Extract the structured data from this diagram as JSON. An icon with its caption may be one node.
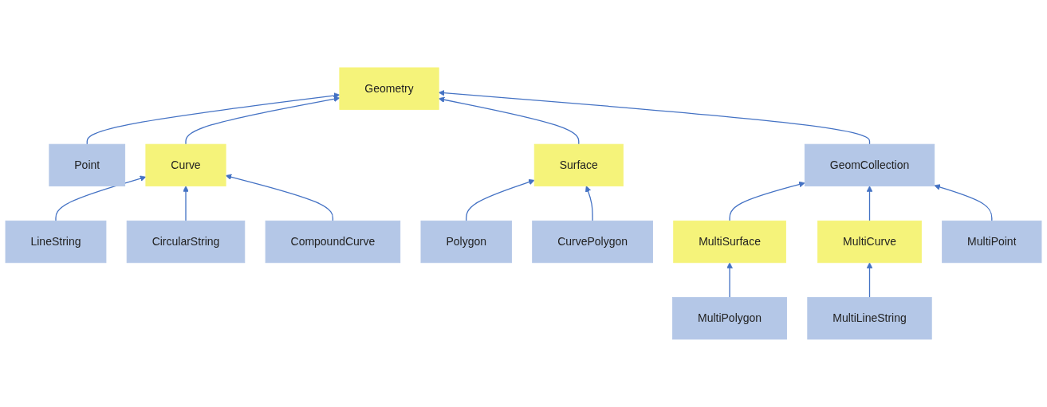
{
  "diagram": {
    "nodes": [
      {
        "text": [
          "Geometry"
        ]
      },
      {
        "text": [
          "Point"
        ]
      },
      {
        "text": [
          "Curve"
        ]
      },
      {
        "text": [
          "Surface"
        ]
      },
      {
        "text": [
          "GeomCollection"
        ]
      },
      {
        "text": [
          "LineString"
        ]
      },
      {
        "text": [
          "CircularString"
        ]
      },
      {
        "text": [
          "CompoundCurve"
        ]
      },
      {
        "text": [
          "Polygon"
        ]
      },
      {
        "text": [
          "CurvePolygon"
        ]
      },
      {
        "text": [
          "MultiSurface"
        ]
      },
      {
        "text": [
          "MultiCurve"
        ]
      },
      {
        "text": [
          "MultiPolygon"
        ]
      },
      {
        "text": [
          "MultiLineString"
        ]
      },
      {
        "text": [
          "MultiPoint"
        ]
      }
    ],
    "edges": [
      {
        "from": 1,
        "to": 0,
        "arrow": "to"
      },
      {
        "from": 2,
        "to": 0,
        "arrow": "to"
      },
      {
        "from": 3,
        "to": 0,
        "arrow": "to"
      },
      {
        "from": 4,
        "to": 0,
        "arrow": "to"
      },
      {
        "from": 5,
        "to": 2,
        "arrow": "to"
      },
      {
        "from": 6,
        "to": 2,
        "arrow": "to"
      },
      {
        "from": 7,
        "to": 2,
        "arrow": "to"
      },
      {
        "from": 8,
        "to": 3,
        "arrow": "to"
      },
      {
        "from": 9,
        "to": 3,
        "arrow": "to"
      },
      {
        "from": 10,
        "to": 4,
        "arrow": "to"
      },
      {
        "from": 11,
        "to": 4,
        "arrow": "to"
      },
      {
        "from": 14,
        "to": 4,
        "arrow": "to"
      },
      {
        "from": 12,
        "to": 10,
        "arrow": "to"
      },
      {
        "from": 13,
        "to": 11,
        "arrow": "to"
      }
    ]
  }
}
